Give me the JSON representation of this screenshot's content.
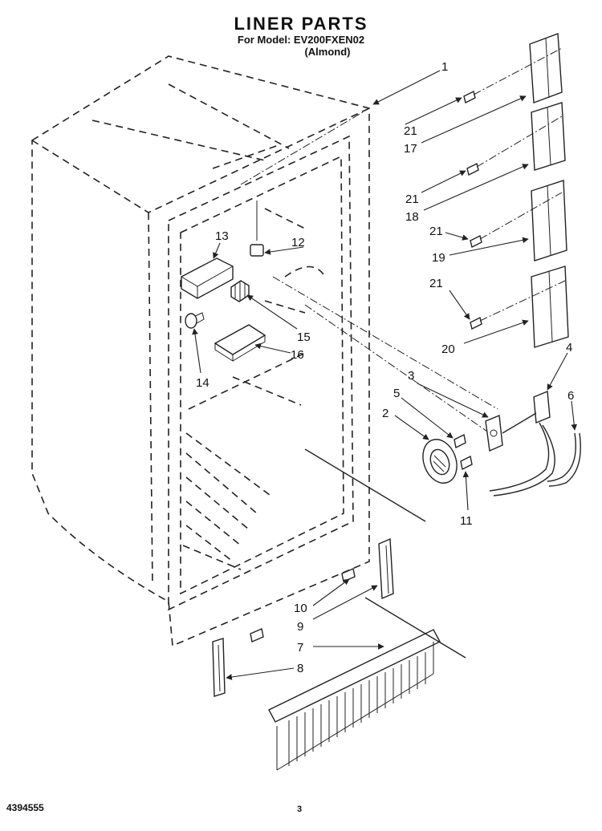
{
  "header": {
    "title": "LINER PARTS",
    "model": "For Model: EV200FXEN02",
    "variant": "(Almond)"
  },
  "footer": {
    "doc_number": "4394555",
    "page_number": "3"
  },
  "callouts": [
    "1",
    "2",
    "3",
    "4",
    "5",
    "6",
    "7",
    "8",
    "9",
    "10",
    "11",
    "12",
    "13",
    "14",
    "15",
    "16",
    "17",
    "18",
    "19",
    "20",
    "21"
  ]
}
